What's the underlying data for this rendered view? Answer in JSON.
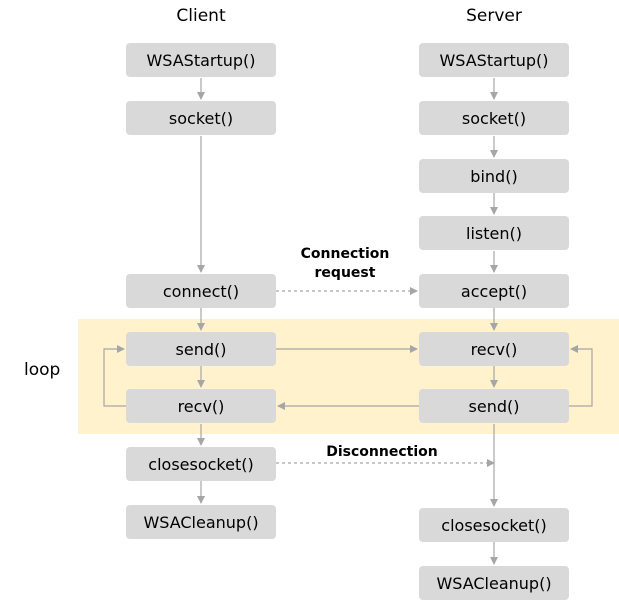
{
  "client": {
    "title": "Client",
    "steps": [
      "WSAStartup()",
      "socket()",
      "connect()",
      "send()",
      "recv()",
      "closesocket()",
      "WSACleanup()"
    ]
  },
  "server": {
    "title": "Server",
    "steps": [
      "WSAStartup()",
      "socket()",
      "bind()",
      "listen()",
      "accept()",
      "recv()",
      "send()",
      "closesocket()",
      "WSACleanup()"
    ]
  },
  "loop": {
    "label": "loop",
    "color": "#fff2cc"
  },
  "messages": {
    "connection_request_line1": "Connection",
    "connection_request_line2": "request",
    "disconnection": "Disconnection"
  },
  "colors": {
    "box": "#d9d9d9",
    "arrow": "#a6a6a6",
    "dashed": "#a6a6a6"
  }
}
